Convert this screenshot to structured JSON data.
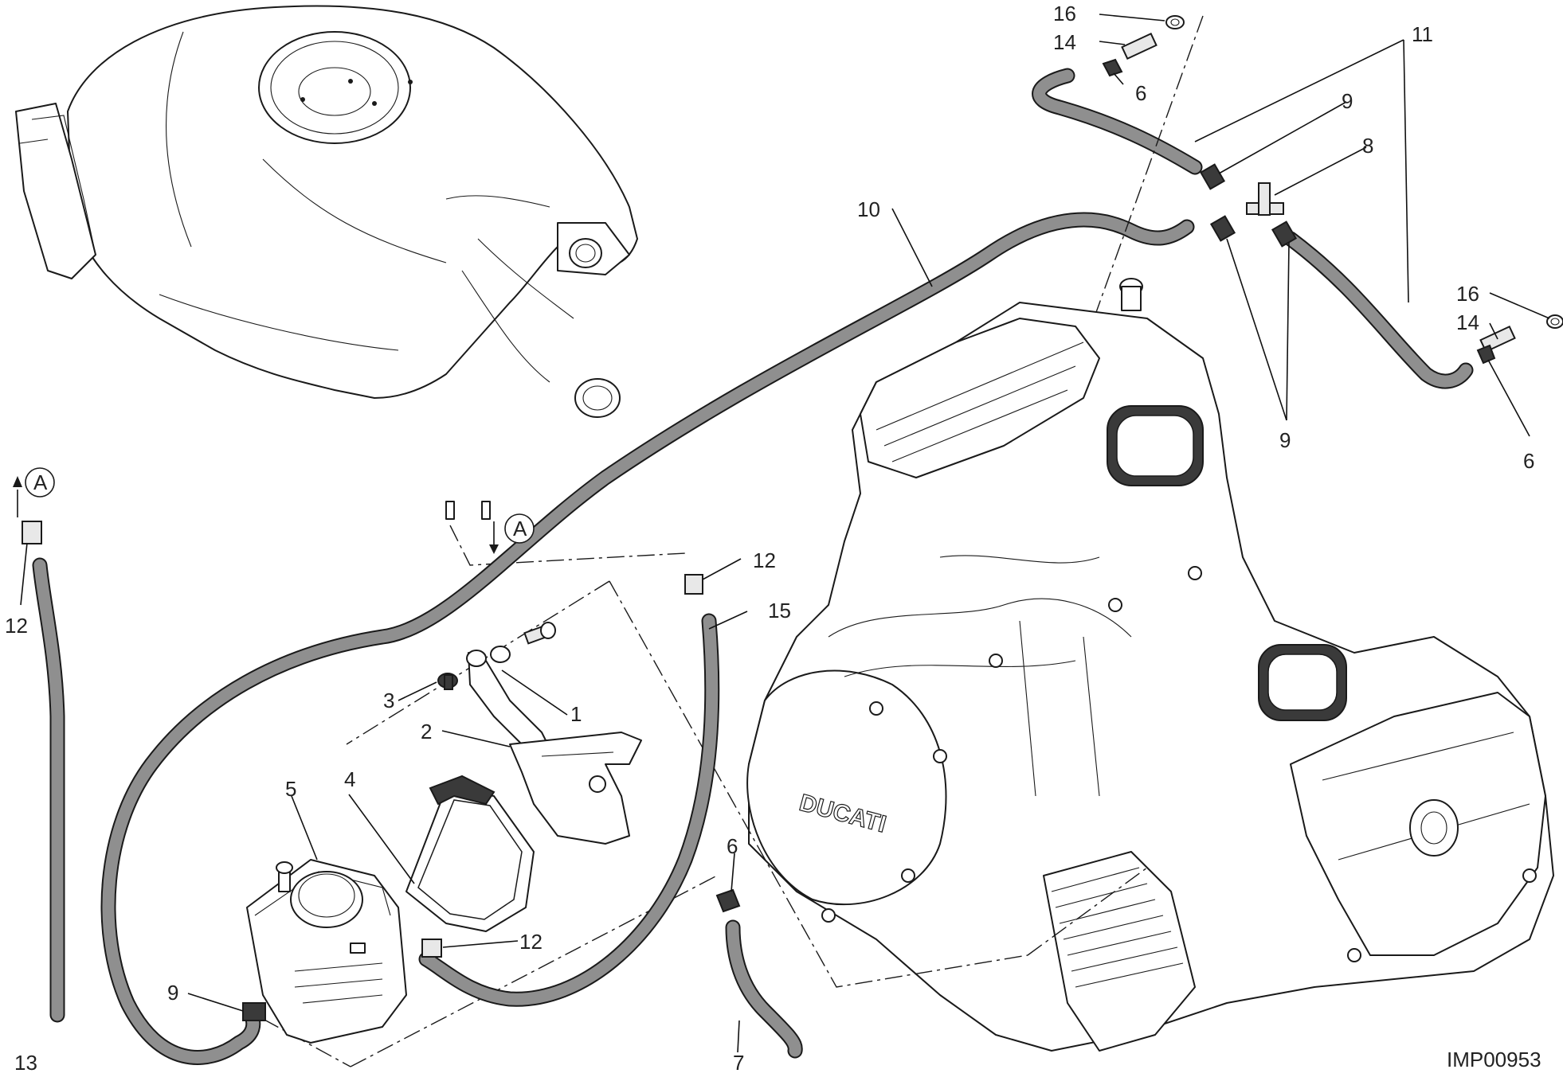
{
  "drawing_code": "IMP00953",
  "callouts": [
    {
      "id": "c16a",
      "label": "16"
    },
    {
      "id": "c14a",
      "label": "14"
    },
    {
      "id": "c6a",
      "label": "6"
    },
    {
      "id": "c11",
      "label": "11"
    },
    {
      "id": "c9a",
      "label": "9"
    },
    {
      "id": "c8",
      "label": "8"
    },
    {
      "id": "c10",
      "label": "10"
    },
    {
      "id": "c16b",
      "label": "16"
    },
    {
      "id": "c14b",
      "label": "14"
    },
    {
      "id": "c9b",
      "label": "9"
    },
    {
      "id": "c6b",
      "label": "6"
    },
    {
      "id": "cA1",
      "label": "A"
    },
    {
      "id": "cA2",
      "label": "A"
    },
    {
      "id": "c12a",
      "label": "12"
    },
    {
      "id": "c12b",
      "label": "12"
    },
    {
      "id": "c15",
      "label": "15"
    },
    {
      "id": "c3",
      "label": "3"
    },
    {
      "id": "c1",
      "label": "1"
    },
    {
      "id": "c2",
      "label": "2"
    },
    {
      "id": "c4",
      "label": "4"
    },
    {
      "id": "c5",
      "label": "5"
    },
    {
      "id": "c6c",
      "label": "6"
    },
    {
      "id": "c12c",
      "label": "12"
    },
    {
      "id": "c9c",
      "label": "9"
    },
    {
      "id": "c13",
      "label": "13"
    },
    {
      "id": "c7",
      "label": "7"
    }
  ],
  "brand_marking": "DUCATI"
}
